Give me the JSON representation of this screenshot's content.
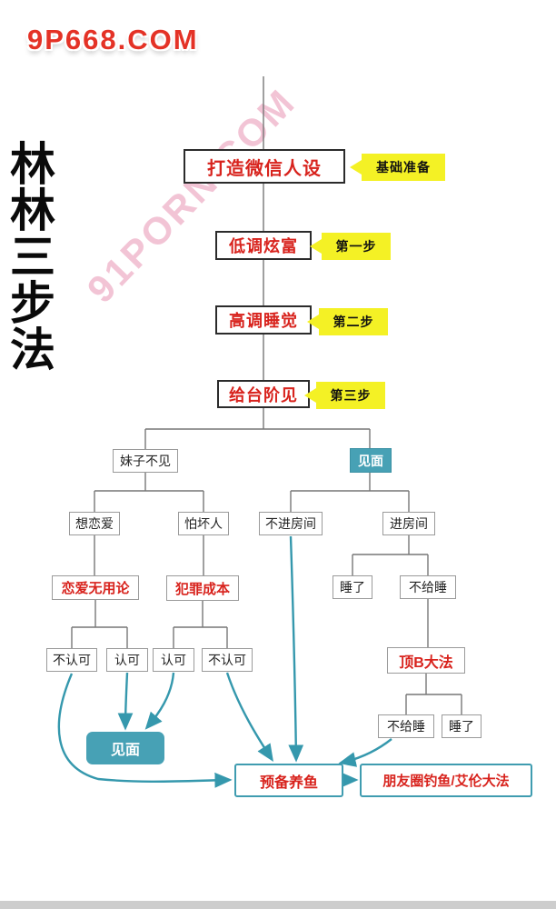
{
  "watermarks": {
    "top": "9P668.COM",
    "diagonal": "91PORN.COM"
  },
  "side_title": "林林三步法",
  "steps": [
    {
      "label": "打造微信人设",
      "callout": "基础准备"
    },
    {
      "label": "低调炫富",
      "callout": "第一步"
    },
    {
      "label": "高调睡觉",
      "callout": "第二步"
    },
    {
      "label": "给台阶见",
      "callout": "第三步"
    }
  ],
  "nodes": {
    "girl_no_meet": "妹子不见",
    "meet_top": "见面",
    "want_love": "想恋爱",
    "fear_bad_people": "怕坏人",
    "no_enter_room": "不进房间",
    "enter_room": "进房间",
    "love_useless_theory": "恋爱无用论",
    "crime_cost": "犯罪成本",
    "slept_1": "睡了",
    "not_given_sleep_1": "不给睡",
    "disapprove_left": "不认可",
    "approve_left": "认可",
    "approve_right": "认可",
    "disapprove_right": "不认可",
    "ding_b_method": "顶B大法",
    "not_given_sleep_2": "不给睡",
    "slept_2": "睡了",
    "meet_bottom": "见面",
    "prepare_fishing": "预备养鱼",
    "moments_fishing": "朋友圈钓鱼/艾伦大法"
  },
  "colors": {
    "red_text": "#d8231d",
    "callout_yellow": "#f4f125",
    "teal_fill": "#47a1b5",
    "arrow_teal": "#3598ad",
    "line_gray": "#777777"
  }
}
